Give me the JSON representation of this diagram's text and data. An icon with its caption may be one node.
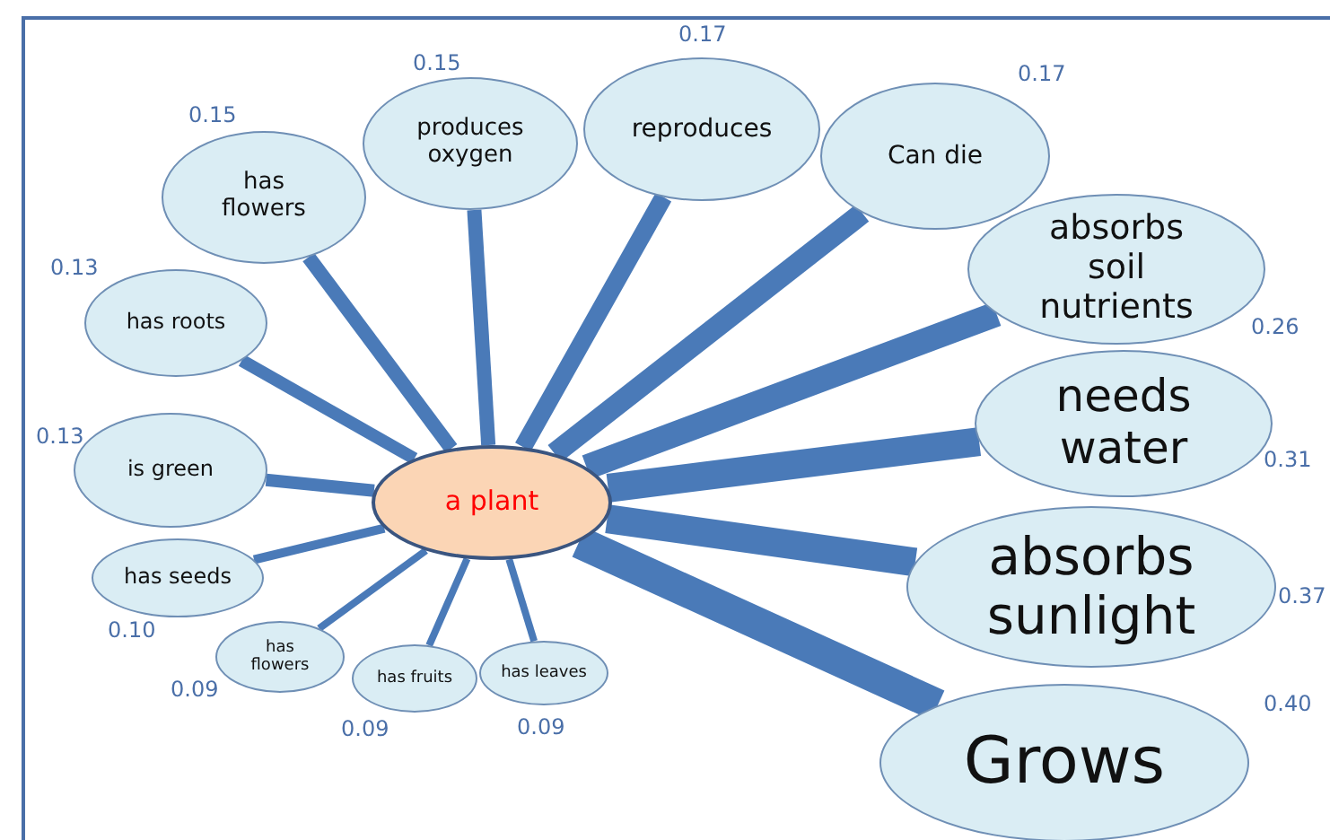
{
  "diagram": {
    "nodes": [
      {
        "text": [
          "a plant"
        ]
      },
      {
        "text": [
          "has flowers"
        ],
        "beside": [
          "0.15"
        ]
      },
      {
        "text": [
          "produces oxygen"
        ],
        "beside": [
          "0.15"
        ]
      },
      {
        "text": [
          "reproduces"
        ],
        "beside": [
          "0.17"
        ]
      },
      {
        "text": [
          "Can die"
        ],
        "beside": [
          "0.17"
        ]
      },
      {
        "text": [
          "absorbs soil nutrients"
        ],
        "beside": [
          "0.26"
        ]
      },
      {
        "text": [
          "has roots"
        ],
        "beside": [
          "0.13"
        ]
      },
      {
        "text": [
          "needs water"
        ],
        "beside": [
          "0.31"
        ]
      },
      {
        "text": [
          "is green"
        ],
        "beside": [
          "0.13"
        ]
      },
      {
        "text": [
          "has seeds"
        ],
        "beside": [
          "0.10"
        ]
      },
      {
        "text": [
          "absorbs sunlight"
        ],
        "beside": [
          "0.37"
        ]
      },
      {
        "text": [
          "has flowers"
        ],
        "beside": [
          "0.09"
        ]
      },
      {
        "text": [
          "has fruits"
        ],
        "beside": [
          "0.09"
        ]
      },
      {
        "text": [
          "has leaves"
        ],
        "beside": [
          "0.09"
        ]
      },
      {
        "text": [
          "Grows"
        ],
        "beside": [
          "0.40"
        ]
      }
    ],
    "edges": [
      {
        "from": 0,
        "to": 1,
        "arrow": "none"
      },
      {
        "from": 0,
        "to": 2,
        "arrow": "none"
      },
      {
        "from": 0,
        "to": 3,
        "arrow": "none"
      },
      {
        "from": 0,
        "to": 4,
        "arrow": "none"
      },
      {
        "from": 0,
        "to": 5,
        "arrow": "none"
      },
      {
        "from": 0,
        "to": 6,
        "arrow": "none"
      },
      {
        "from": 0,
        "to": 7,
        "arrow": "none",
        "style": "thick"
      },
      {
        "from": 0,
        "to": 8,
        "arrow": "none"
      },
      {
        "from": 0,
        "to": 9,
        "arrow": "none"
      },
      {
        "from": 0,
        "to": 10,
        "arrow": "none",
        "style": "thick"
      },
      {
        "from": 0,
        "to": 11,
        "arrow": "none"
      },
      {
        "from": 0,
        "to": 12,
        "arrow": "none"
      },
      {
        "from": 0,
        "to": 13,
        "arrow": "none"
      },
      {
        "from": 0,
        "to": 14,
        "arrow": "none",
        "style": "thick"
      }
    ]
  }
}
